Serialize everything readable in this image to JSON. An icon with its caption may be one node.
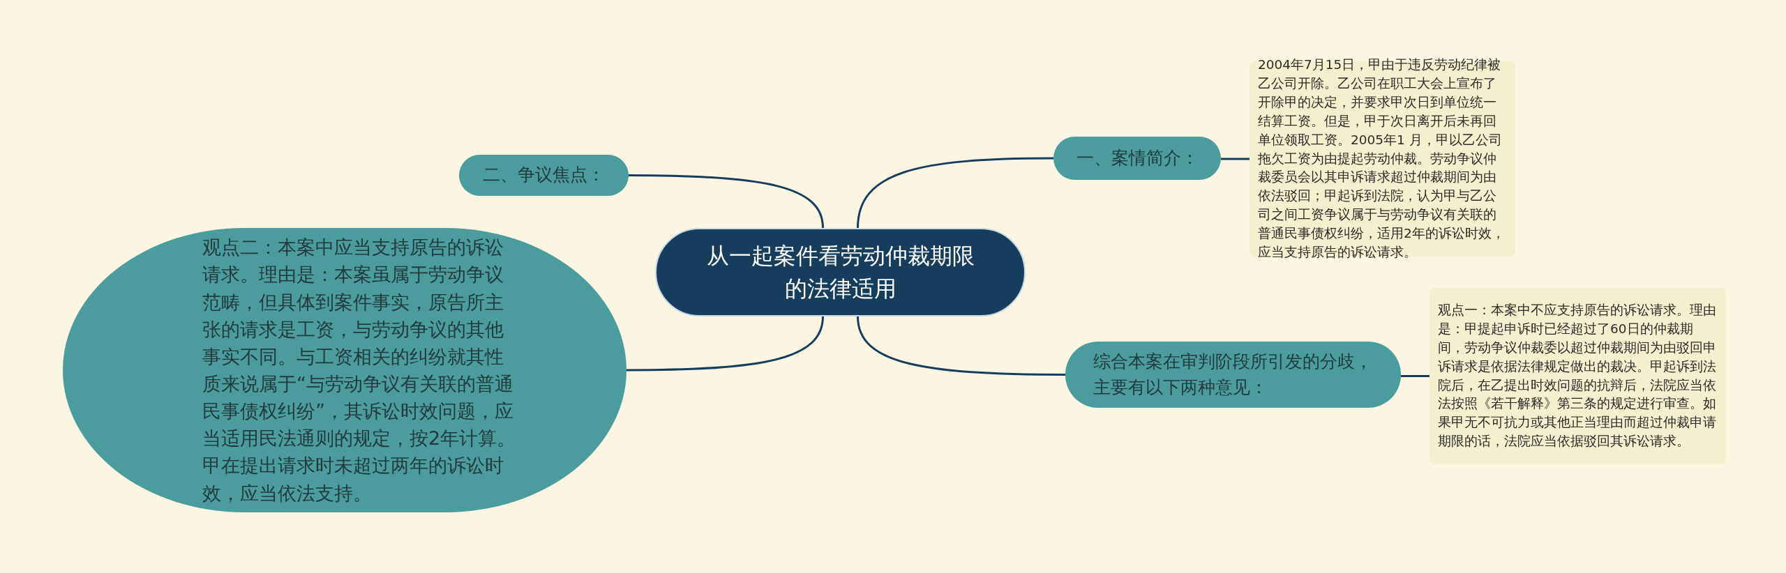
{
  "diagram": {
    "nodes": [
      {
        "text": [
          "从一起案件看劳动仲裁期限的法律适用"
        ]
      },
      {
        "text": [
          "二、争议焦点："
        ]
      },
      {
        "text": [
          "观点二：本案中应当支持原告的诉讼请求。理由是：本案虽属于劳动争议范畴，但具体到案件事实，原告所主张的请求是工资，与劳动争议的其他事实不同。与工资相关的纠纷就其性质来说属于“与劳动争议有关联的普通民事债权纠纷”，其诉讼时效问题，应当适用民法通则的规定，按2年计算。甲在提出请求时未超过两年的诉讼时效，应当依法支持。"
        ]
      },
      {
        "text": [
          "一、案情简介："
        ]
      },
      {
        "text": [
          "2004年7月15日，甲由于违反劳动纪律被乙公司开除。乙公司在职工大会上宣布了开除甲的决定，并要求甲次日到单位统一结算工资。但是，甲于次日离开后未再回单位领取工资。2005年1 月，甲以乙公司拖欠工资为由提起劳动仲裁。劳动争议仲裁委员会以其申诉请求超过仲裁期间为由依法驳回；甲起诉到法院，认为甲与乙公司之间工资争议属于与劳动争议有关联的普通民事债权纠纷，适用2年的诉讼时效，应当支持原告的诉讼请求。"
        ]
      },
      {
        "text": [
          "综合本案在审判阶段所引发的分歧，主要有以下两种意见："
        ]
      },
      {
        "text": [
          "观点一：本案中不应支持原告的诉讼请求。理由是：甲提起申诉时已经超过了60日的仲裁期间，劳动争议仲裁委以超过仲裁期间为由驳回申诉请求是依据法律规定做出的裁决。甲起诉到法院后，在乙提出时效问题的抗辩后，法院应当依法按照《若干解释》第三条的规定进行审查。如果甲无不可抗力或其他正当理由而超过仲裁申请期限的话，法院应当依据驳回其诉讼请求。"
        ]
      }
    ],
    "edges": [
      {
        "from": 0,
        "to": 1,
        "arrow": "none"
      },
      {
        "from": 0,
        "to": 2,
        "arrow": "none"
      },
      {
        "from": 0,
        "to": 3,
        "arrow": "none"
      },
      {
        "from": 3,
        "to": 4,
        "arrow": "none"
      },
      {
        "from": 0,
        "to": 5,
        "arrow": "none"
      },
      {
        "from": 5,
        "to": 6,
        "arrow": "none"
      }
    ]
  }
}
